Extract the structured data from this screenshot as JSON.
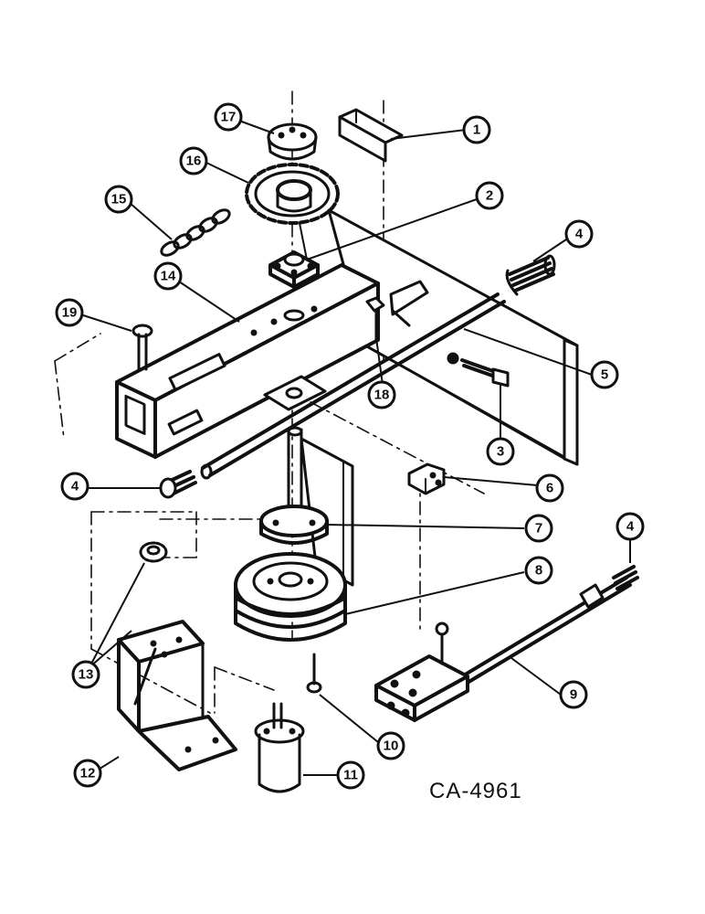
{
  "drawing_code": "CA-4961",
  "callouts": {
    "c1": "1",
    "c2": "2",
    "c3": "3",
    "c4a": "4",
    "c4b": "4",
    "c4c": "4",
    "c5": "5",
    "c6": "6",
    "c7": "7",
    "c8": "8",
    "c9": "9",
    "c10": "10",
    "c11": "11",
    "c12": "12",
    "c13": "13",
    "c14": "14",
    "c15": "15",
    "c16": "16",
    "c17": "17",
    "c18": "18",
    "c19": "19"
  },
  "colors": {
    "ink": "#111111",
    "paper": "#ffffff"
  }
}
